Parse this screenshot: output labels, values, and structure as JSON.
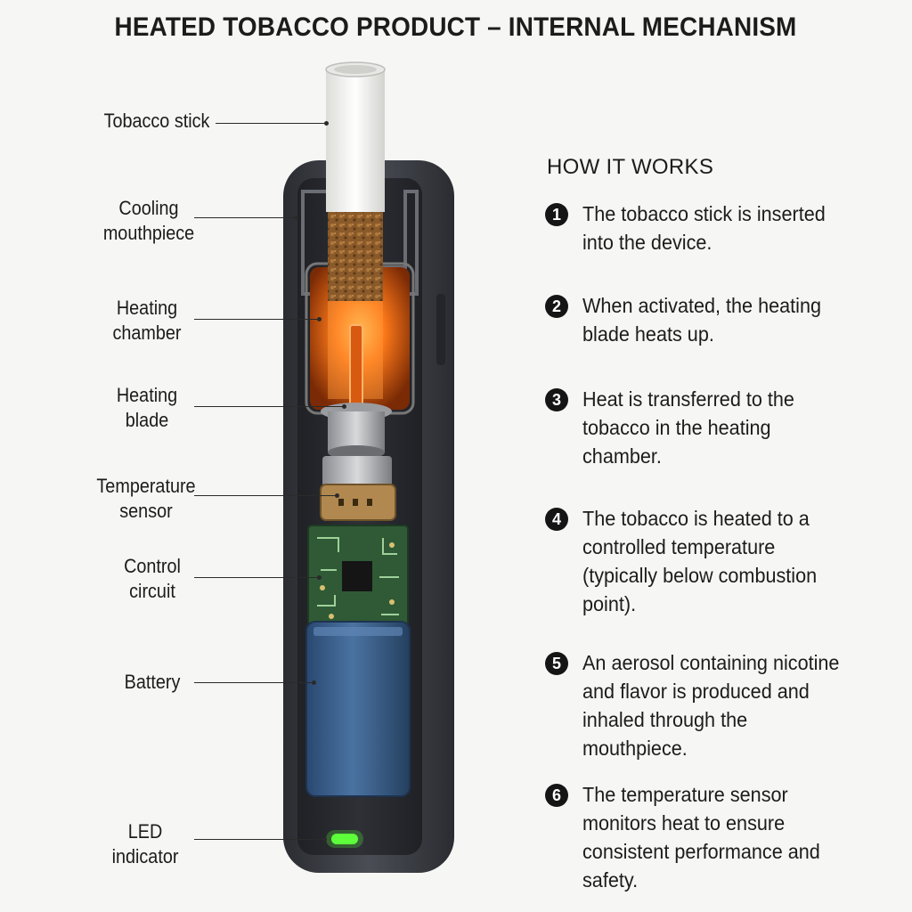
{
  "title": "HEATED TOBACCO PRODUCT – INTERNAL MECHANISM",
  "labels": {
    "tobacco_stick": "Tobacco stick",
    "cooling_mouthpiece": [
      "Cooling",
      "mouthpiece"
    ],
    "heating_chamber": [
      "Heating",
      "chamber"
    ],
    "heating_blade": [
      "Heating",
      "blade"
    ],
    "temperature_sensor": [
      "Temperature",
      "sensor"
    ],
    "control_circuit": [
      "Control",
      "circuit"
    ],
    "battery": "Battery",
    "led_indicator": [
      "LED",
      "indicator"
    ]
  },
  "how_it_works": {
    "heading": "HOW IT WORKS",
    "steps": [
      {
        "num": "1",
        "text": "The tobacco stick is inserted into the device."
      },
      {
        "num": "2",
        "text": "When activated, the heating blade heats up."
      },
      {
        "num": "3",
        "text": "Heat is transferred to the tobacco in the heating chamber."
      },
      {
        "num": "4",
        "text": "The tobacco is heated to a controlled temperature (typically below combustion point)."
      },
      {
        "num": "5",
        "text": "An aerosol containing nicotine and flavor is produced and inhaled through the mouthpiece."
      },
      {
        "num": "6",
        "text": "The temperature sensor monitors heat to ensure consistent performance and safety."
      }
    ]
  },
  "colors": {
    "device_body": "#3b3e45",
    "heating_glow": "#ff7a1a",
    "battery": "#3d6390",
    "circuit_board": "#2f5a35",
    "led": "#5cff3a"
  }
}
